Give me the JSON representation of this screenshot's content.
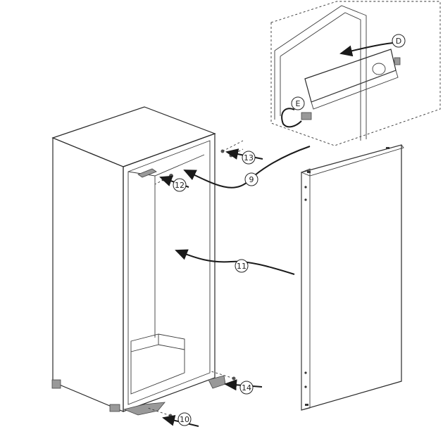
{
  "callouts": {
    "c9": "9",
    "c10": "10",
    "c11": "11",
    "c12": "12",
    "c13": "13",
    "c14": "14",
    "cD": "D",
    "cE": "E"
  }
}
